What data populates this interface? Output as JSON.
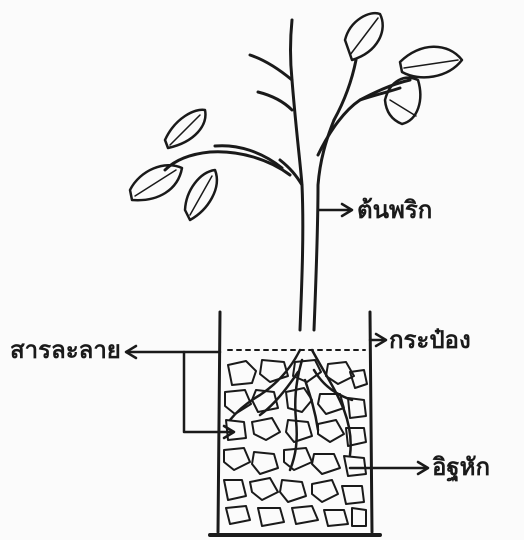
{
  "labels": {
    "stem": "ต้นพริก",
    "can": "กระป๋อง",
    "solution": "สารละลาย",
    "brick": "อิฐหัก"
  },
  "colors": {
    "ink": "#1a1a1a",
    "paper": "#fbfbfb"
  }
}
